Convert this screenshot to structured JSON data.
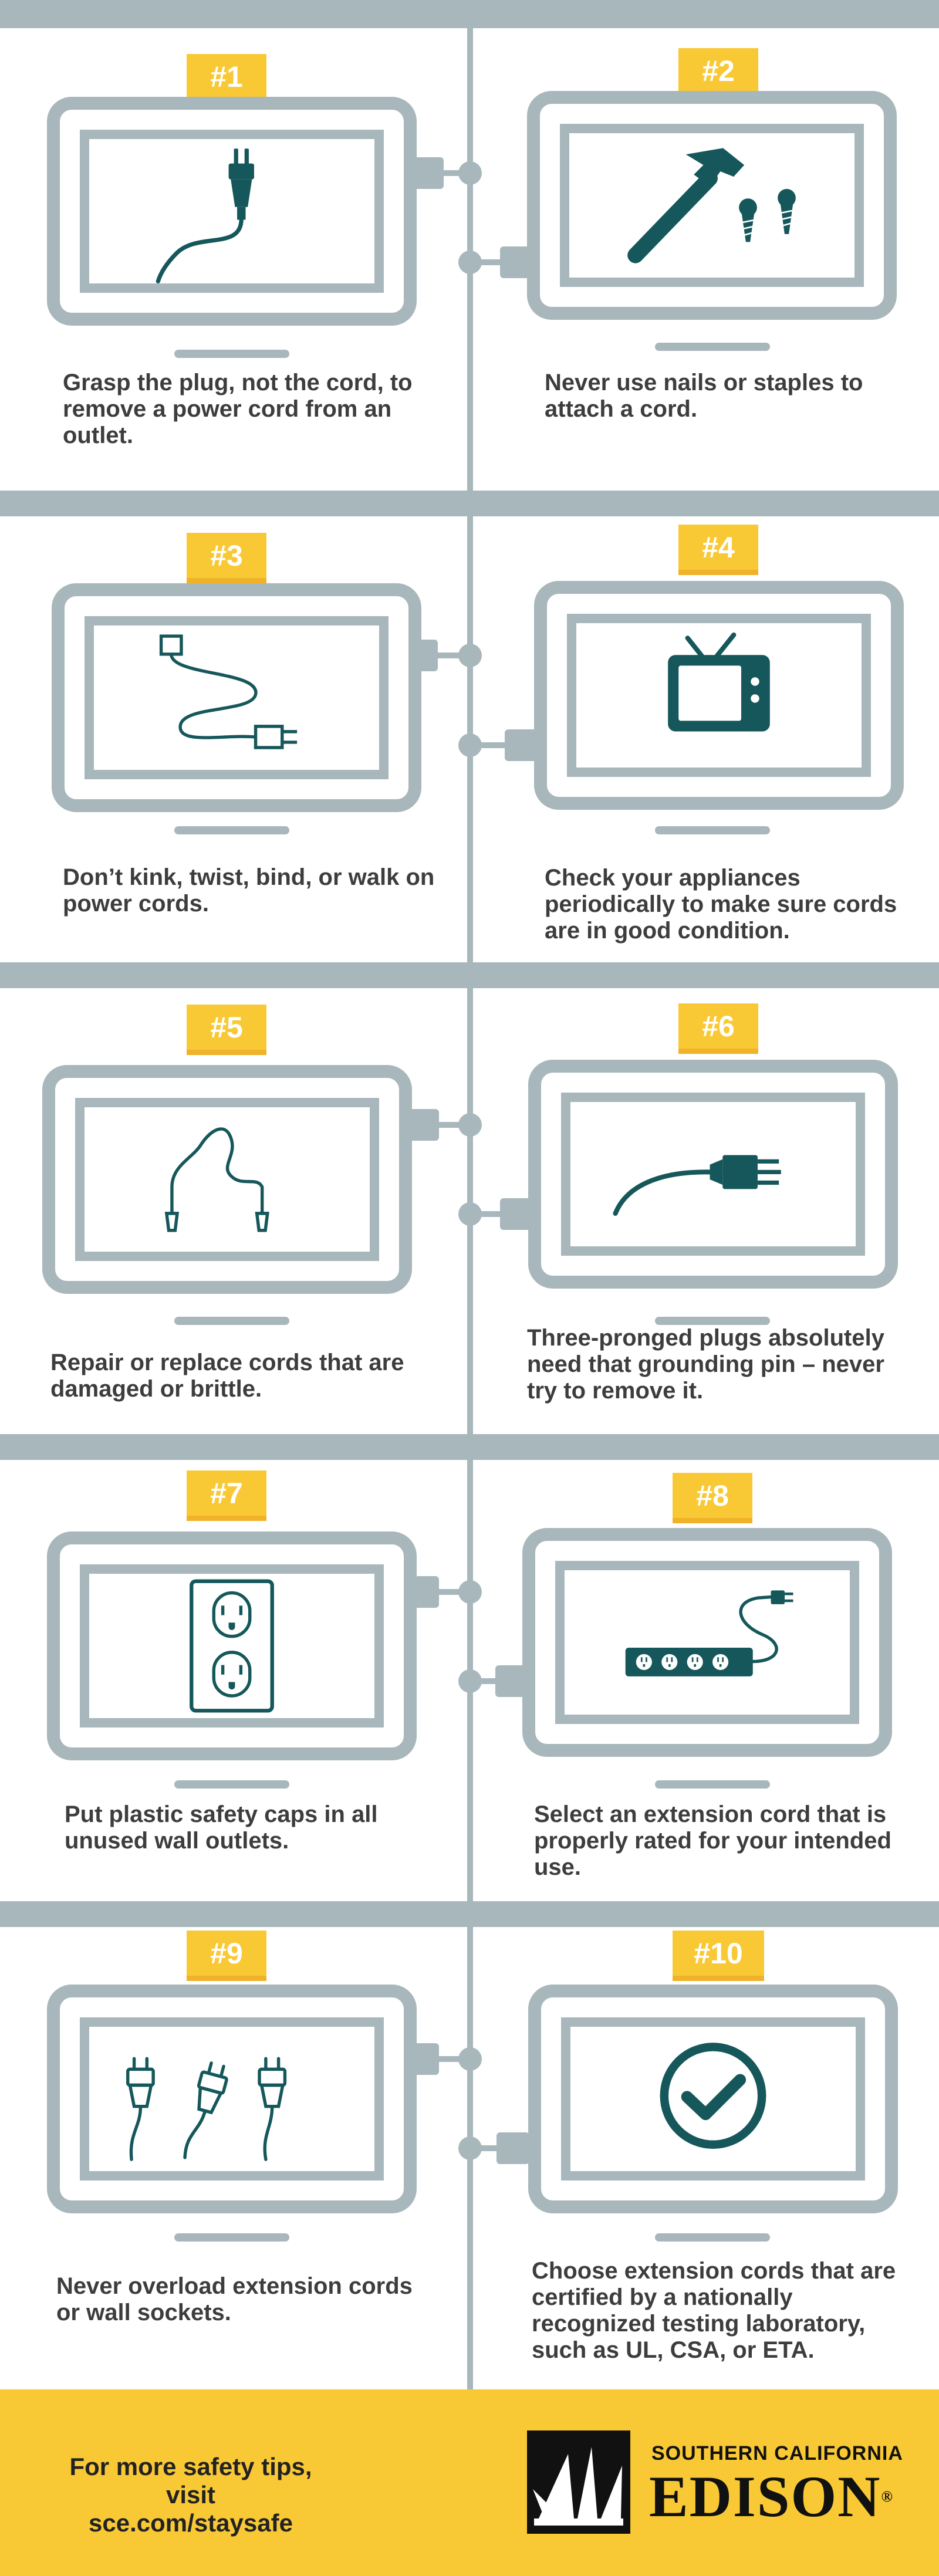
{
  "colors": {
    "gray": "#a8b7bb",
    "teal": "#15575a",
    "yellow": "#f9c935",
    "text": "#3d3d3d"
  },
  "tips": [
    {
      "number": "#1",
      "icon": "plug-cord-icon",
      "text": "Grasp the plug, not the cord, to remove a power cord from an outlet."
    },
    {
      "number": "#2",
      "icon": "hammer-screws-icon",
      "text": "Never use nails or staples to attach a cord."
    },
    {
      "number": "#3",
      "icon": "tangled-cord-icon",
      "text": "Don’t kink, twist, bind, or walk on power cords."
    },
    {
      "number": "#4",
      "icon": "television-icon",
      "text": "Check your appliances periodically to make sure cords are in good condition."
    },
    {
      "number": "#5",
      "icon": "damaged-cord-icon",
      "text": "Repair or replace cords that are damaged or brittle."
    },
    {
      "number": "#6",
      "icon": "three-prong-plug-icon",
      "text": "Three-pronged plugs absolutely need that grounding pin – never try to remove it."
    },
    {
      "number": "#7",
      "icon": "wall-outlet-icon",
      "text": "Put plastic safety caps in all unused wall outlets."
    },
    {
      "number": "#8",
      "icon": "power-strip-icon",
      "text": "Select an extension cord that is properly rated for your intended use."
    },
    {
      "number": "#9",
      "icon": "multiple-plugs-icon",
      "text": "Never overload extension cords or wall sockets."
    },
    {
      "number": "#10",
      "icon": "checkmark-circle-icon",
      "text": "Choose extension cords that are certified by a nationally recognized testing laboratory, such as UL, CSA, or ETA."
    }
  ],
  "footer": {
    "text": "For more safety tips, visit sce.com/staysafe",
    "logo_top": "SOUTHERN CALIFORNIA",
    "logo_main": "EDISON",
    "logo_mark": "®"
  }
}
